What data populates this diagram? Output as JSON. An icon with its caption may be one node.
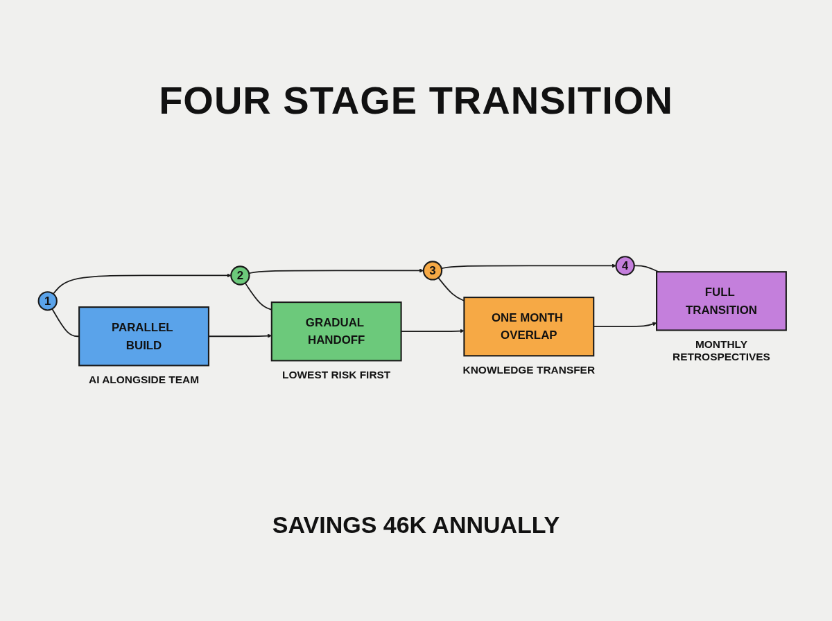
{
  "diagram": {
    "title": "FOUR STAGE TRANSITION",
    "nodes": [
      {
        "text": [
          "1"
        ]
      },
      {
        "text": [
          "2"
        ]
      },
      {
        "text": [
          "3"
        ]
      },
      {
        "text": [
          "4"
        ]
      },
      {
        "text": [
          "PARALLEL BUILD"
        ],
        "beside": [
          "AI ALONGSIDE TEAM"
        ]
      },
      {
        "text": [
          "GRADUAL HANDOFF"
        ],
        "beside": [
          "LOWEST RISK FIRST"
        ]
      },
      {
        "text": [
          "ONE MONTH OVERLAP"
        ],
        "beside": [
          "KNOWLEDGE TRANSFER"
        ]
      },
      {
        "text": [
          "FULL TRANSITION"
        ],
        "beside": [
          "MONTHLY RETROSPECTIVES"
        ]
      }
    ],
    "edges": [
      {
        "from": 0,
        "to": 1,
        "arrow": "to"
      },
      {
        "from": 1,
        "to": 2,
        "arrow": "to"
      },
      {
        "from": 2,
        "to": 3,
        "arrow": "to"
      },
      {
        "from": 0,
        "to": 4,
        "arrow": "none"
      },
      {
        "from": 1,
        "to": 5,
        "arrow": "none"
      },
      {
        "from": 2,
        "to": 6,
        "arrow": "none"
      },
      {
        "from": 3,
        "to": 7,
        "arrow": "none"
      },
      {
        "from": 4,
        "to": 5,
        "arrow": "to"
      },
      {
        "from": 5,
        "to": 6,
        "arrow": "to"
      },
      {
        "from": 6,
        "to": 7,
        "arrow": "to"
      }
    ],
    "caption": "SAVINGS 46K ANNUALLY"
  }
}
